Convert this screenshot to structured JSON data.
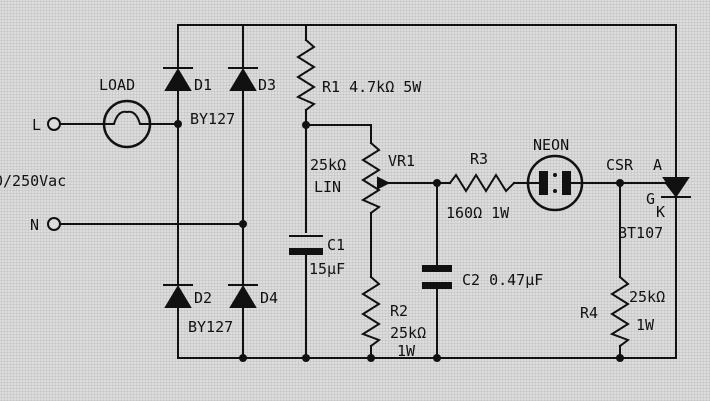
{
  "terminals": {
    "live": "L",
    "neutral": "N",
    "supply": "0/250Vac"
  },
  "load": {
    "label": "LOAD"
  },
  "diodes": {
    "d1": "D1",
    "d2": "D2",
    "d3": "D3",
    "d4": "D4",
    "type_top": "BY127",
    "type_bottom": "BY127"
  },
  "resistors": {
    "r1": "R1 4.7kΩ 5W",
    "r2_name": "R2",
    "r2_value": "25kΩ",
    "r2_power": "1W",
    "r3_name": "R3",
    "r3_value": "160Ω 1W",
    "r4_name": "R4",
    "r4_value": "25kΩ",
    "r4_power": "1W"
  },
  "pot": {
    "name": "VR1",
    "value": "25kΩ",
    "taper": "LIN"
  },
  "capacitors": {
    "c1_name": "C1",
    "c1_value": "15μF",
    "c2": "C2 0.47μF"
  },
  "neon": {
    "label": "NEON"
  },
  "thyristor": {
    "name": "CSR",
    "anode": "A",
    "gate": "G",
    "cathode": "K",
    "type": "BT107"
  },
  "colors": {
    "ink": "#111111",
    "paper": "#dcdcdc"
  }
}
